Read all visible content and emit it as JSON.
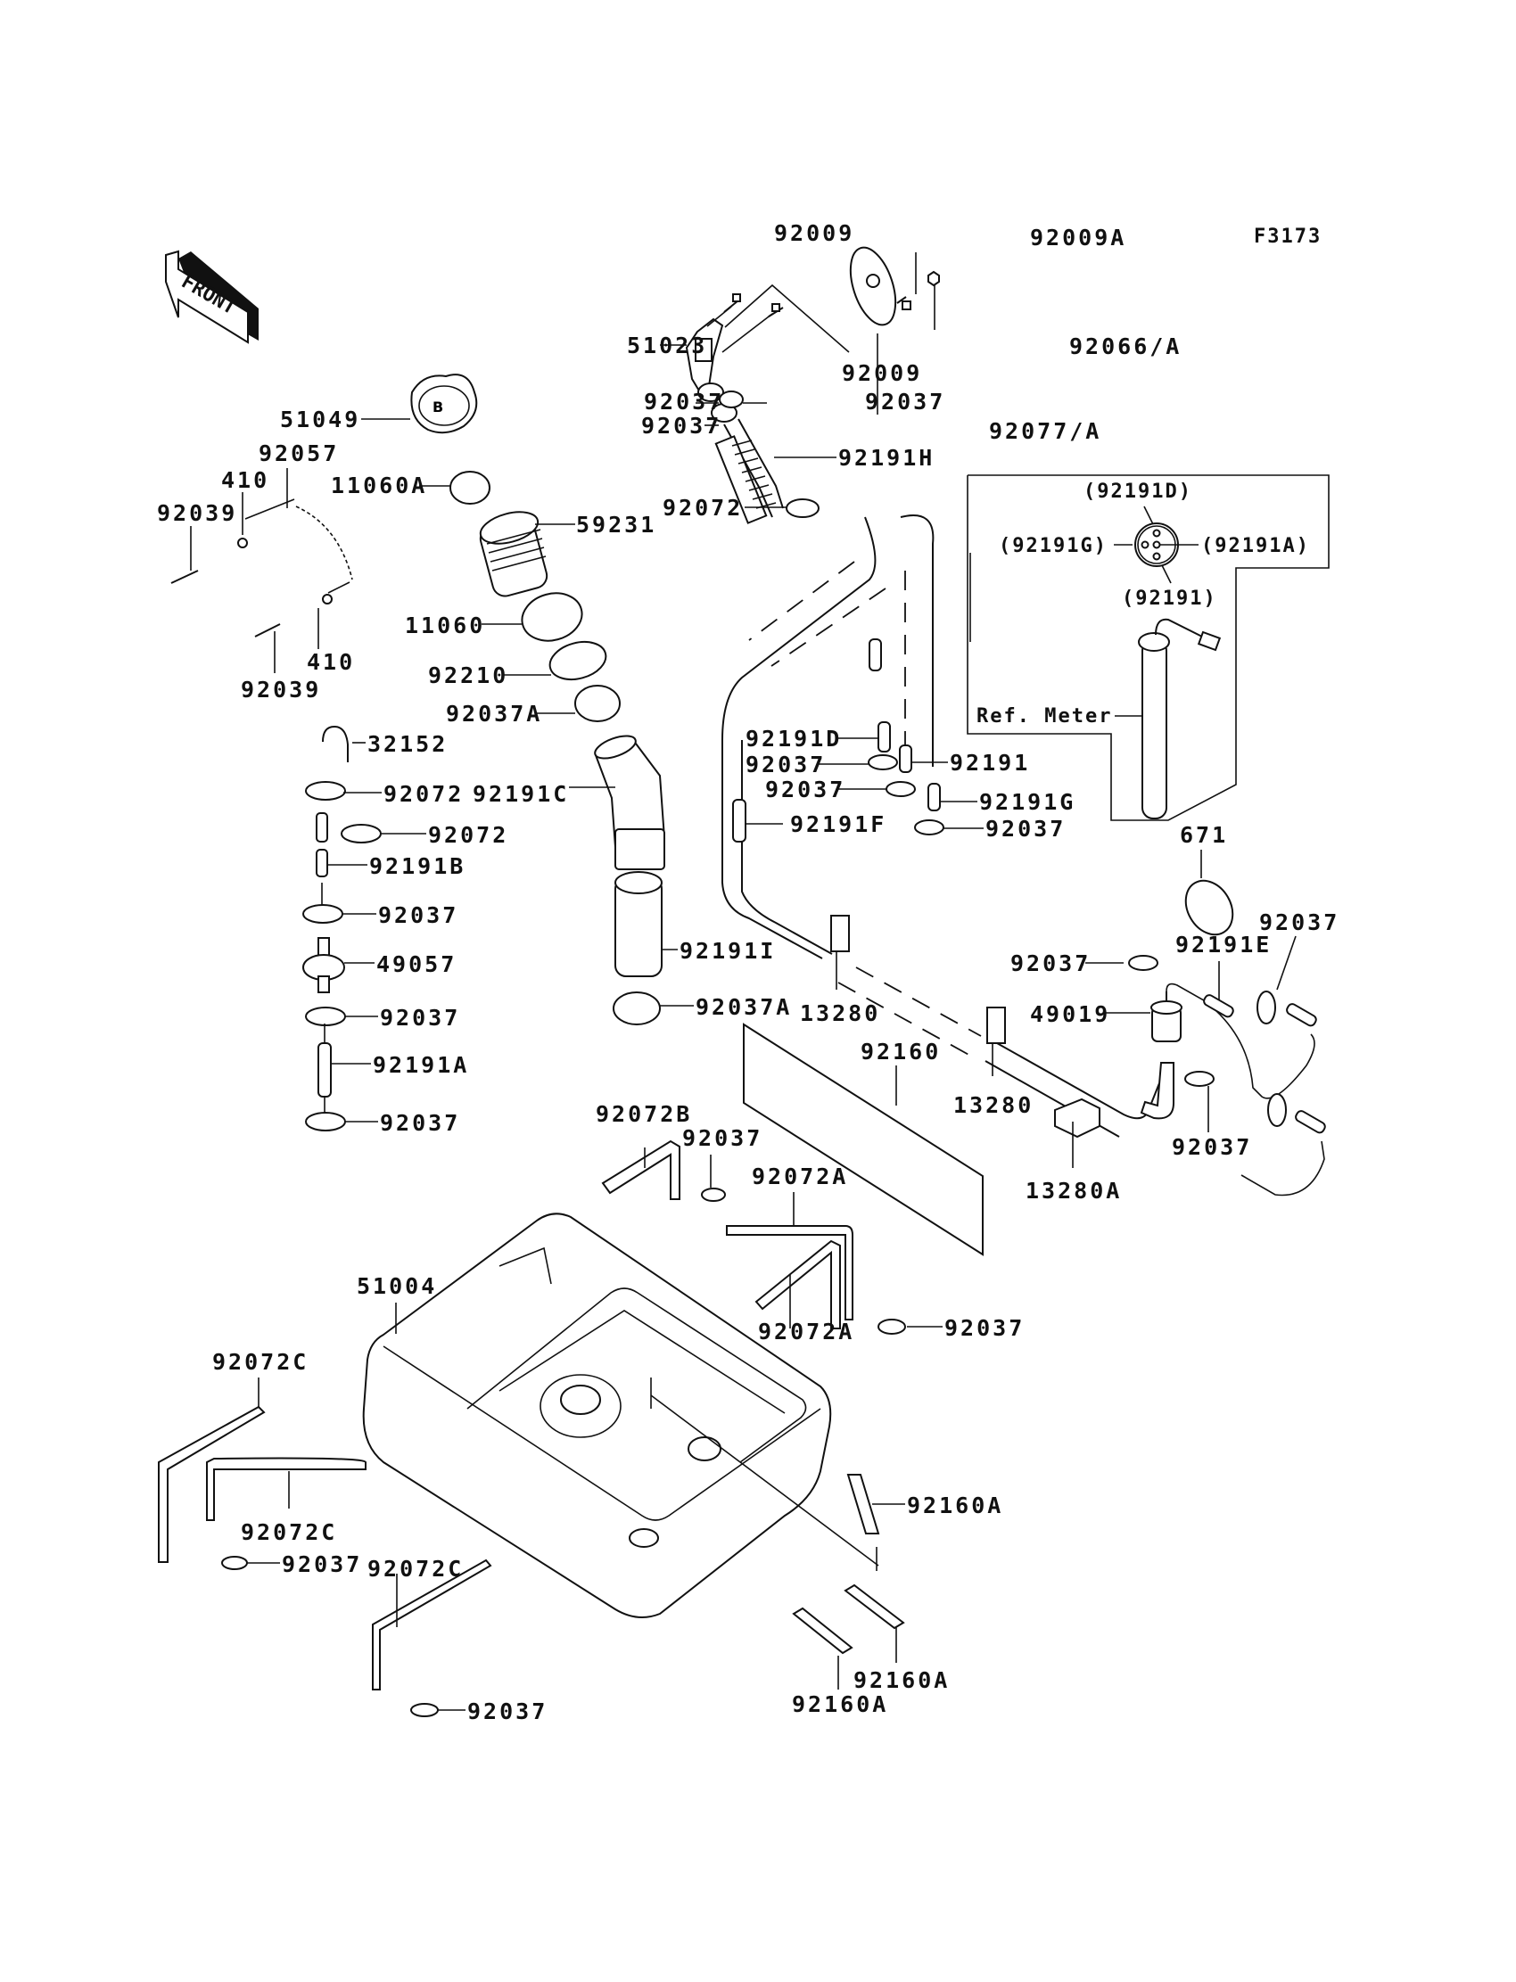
{
  "figure_code": "F3173",
  "front_arrow_label": "FRONT",
  "ref_meter_label": "Ref. Meter",
  "labels": {
    "p92009_top": "92009",
    "p92009_mid": "92009",
    "p92009A": "92009A",
    "p92066A": "92066/A",
    "p92077A": "92077/A",
    "p51023": "51023",
    "p92037_a": "92037",
    "p92037_b": "92037",
    "p92037_c": "92037",
    "p92191H": "92191H",
    "p92072_top": "92072",
    "p51049": "51049",
    "p92057": "92057",
    "p410_top": "410",
    "p92039_top": "92039",
    "p11060A": "11060A",
    "p59231": "59231",
    "p11060": "11060",
    "p410_bot": "410",
    "p92039_bot": "92039",
    "p92210": "92210",
    "p92037A_top": "92037A",
    "p32152": "32152",
    "p92072_l1": "92072",
    "p92191C": "92191C",
    "p92072_l2": "92072",
    "p92191B": "92191B",
    "p92037_l1": "92037",
    "p49057": "49057",
    "p92037_l2": "92037",
    "p92191A": "92191A",
    "p92037_l3": "92037",
    "p92191I": "92191I",
    "p92037A_bot": "92037A",
    "p92191D": "92191D",
    "p92037_m1": "92037",
    "p92191": "92191",
    "p92037_m2": "92037",
    "p92191G": "92191G",
    "p92191F": "92191F",
    "p92037_m3": "92037",
    "inset_92191D": "(92191D)",
    "inset_92191G": "(92191G)",
    "inset_92191A": "(92191A)",
    "inset_92191": "(92191)",
    "p671": "671",
    "p92037_r1": "92037",
    "p92191E": "92191E",
    "p92037_r2": "92037",
    "p49019": "49019",
    "p13280_a": "13280",
    "p13280_b": "13280",
    "p13280A": "13280A",
    "p92037_r3": "92037",
    "p92160": "92160",
    "p92072B": "92072B",
    "p92037_s1": "92037",
    "p92072A_top": "92072A",
    "p92072A_bot": "92072A",
    "p92037_s2": "92037",
    "p51004": "51004",
    "p92072C_1": "92072C",
    "p92072C_2": "92072C",
    "p92037_c1": "92037",
    "p92072C_3": "92072C",
    "p92037_c2": "92037",
    "p92160A_1": "92160A",
    "p92160A_2": "92160A",
    "p92160A_3": "92160A"
  }
}
